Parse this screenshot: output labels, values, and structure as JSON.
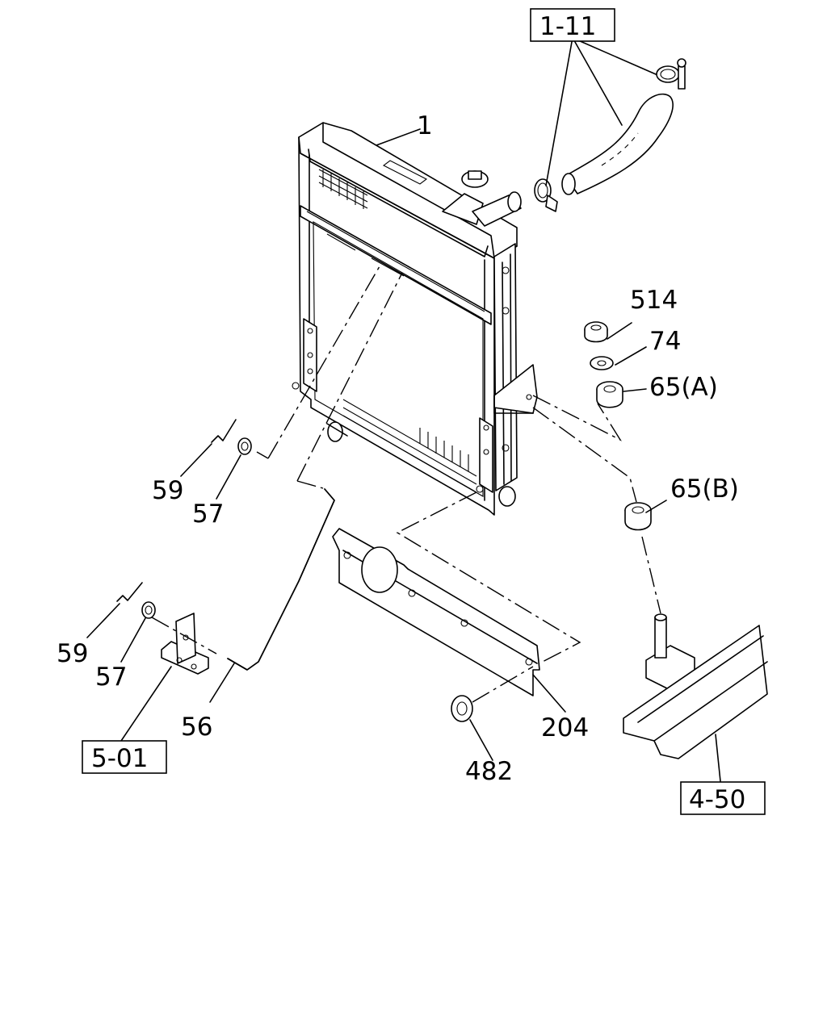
{
  "labels": {
    "radiator": "1",
    "hose_ref": "1-11",
    "nut_514": "514",
    "washer_74": "74",
    "cushion_a": "65(A)",
    "cushion_b": "65(B)",
    "clip_59_upper": "59",
    "washer_57_upper": "57",
    "clip_59_lower": "59",
    "washer_57_lower": "57",
    "drain_hose": "56",
    "bracket_ref": "5-01",
    "shroud_204": "204",
    "nut_482": "482",
    "frame_ref": "4-50"
  }
}
